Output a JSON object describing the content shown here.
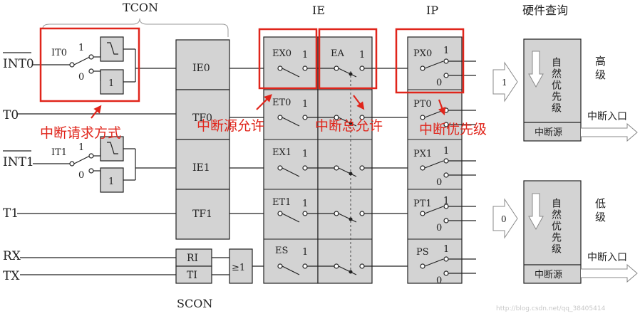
{
  "headers": {
    "tcon": "TCON",
    "ie": "IE",
    "ip": "IP",
    "hardware": "硬件查询",
    "scon": "SCON"
  },
  "inputs": {
    "int0": "INT0",
    "t0": "T0",
    "int1": "INT1",
    "t1": "T1",
    "rx": "RX",
    "tx": "TX"
  },
  "tcon_bits": {
    "it0": "IT0",
    "it1": "IT1",
    "one": "1",
    "zero": "0"
  },
  "flags": {
    "ie0": "IE0",
    "tf0": "TF0",
    "ie1": "IE1",
    "tf1": "TF1",
    "ri": "RI",
    "ti": "TI",
    "or_gate": "≥1"
  },
  "ie_bits": {
    "ex0": "EX0",
    "et0": "ET0",
    "ex1": "EX1",
    "et1": "ET1",
    "es": "ES",
    "ea": "EA",
    "one": "1"
  },
  "ip_bits": {
    "px0": "PX0",
    "pt0": "PT0",
    "px1": "PX1",
    "pt1": "PT1",
    "ps": "PS",
    "one": "1",
    "zero": "0"
  },
  "hardware": {
    "high_label": "高级",
    "low_label": "低级",
    "natural_priority": "自然优先级",
    "interrupt_entry": "中断入口",
    "interrupt_source": "中断源",
    "high_level_value": "1",
    "low_level_value": "0"
  },
  "annotations": {
    "request_mode": "中断请求方式",
    "source_enable": "中断源允许",
    "global_enable": "中断总允许",
    "priority": "中断优先级"
  },
  "watermark": "http://blog.csdn.net/qq_38405414",
  "colors": {
    "highlight": "#e0251b",
    "block_fill": "#d3d3d3",
    "line": "#222222"
  }
}
